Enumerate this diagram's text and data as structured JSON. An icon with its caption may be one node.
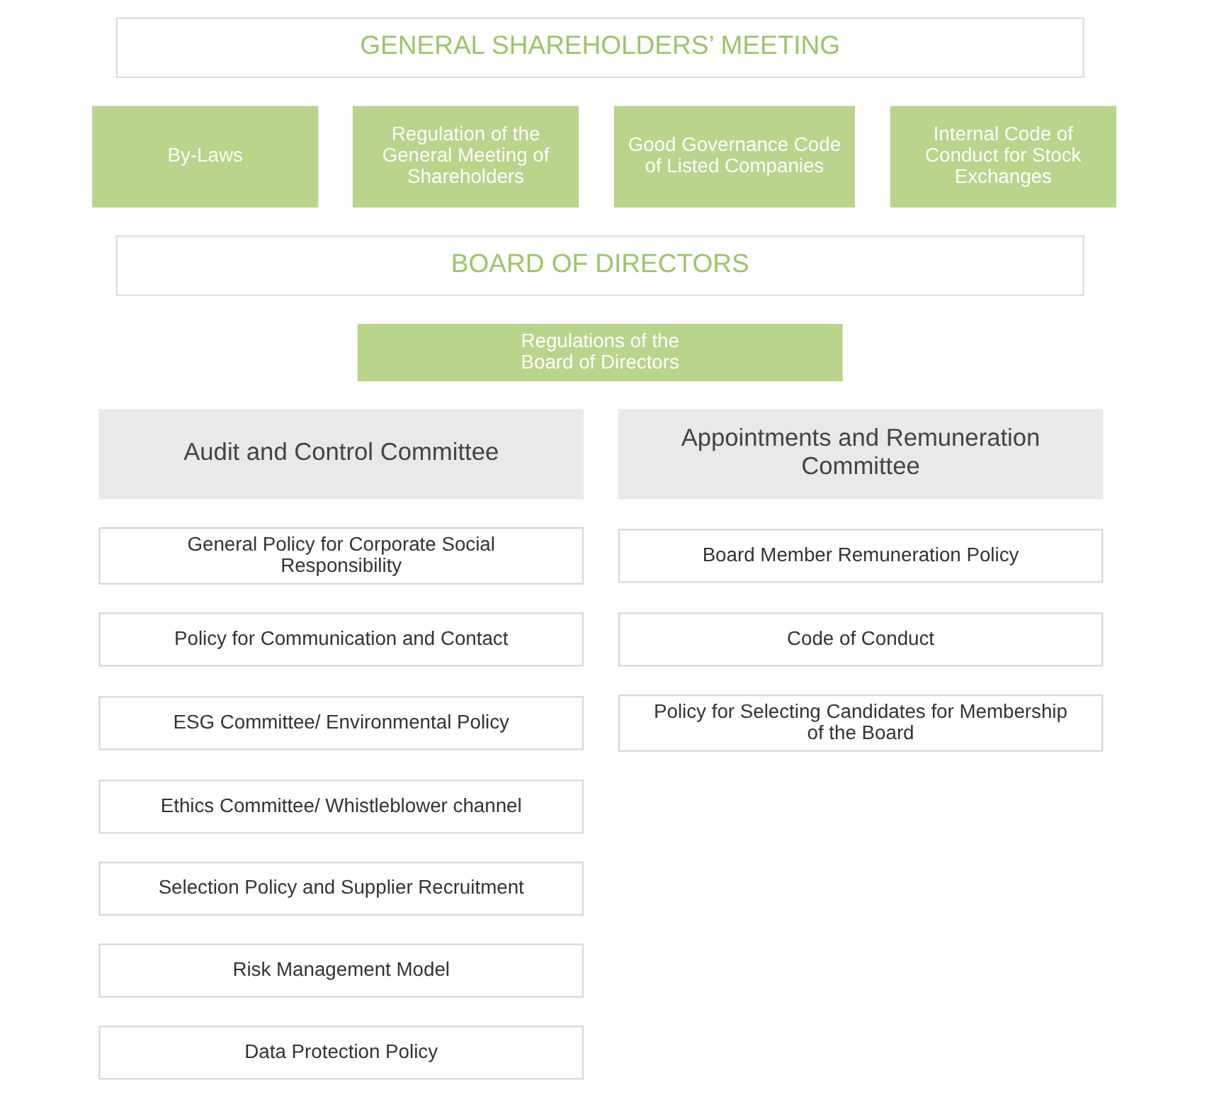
{
  "diagram": {
    "nodes": [
      {
        "text": [
          "GENERAL SHAREHOLDERS’ MEETING"
        ]
      },
      {
        "text": [
          "By-Laws"
        ]
      },
      {
        "text": [
          "Regulation of the General Meeting of Shareholders"
        ]
      },
      {
        "text": [
          "Good Governance Code of Listed Companies"
        ]
      },
      {
        "text": [
          "Internal Code of Conduct for Stock Exchanges"
        ]
      },
      {
        "text": [
          "BOARD OF DIRECTORS"
        ]
      },
      {
        "text": [
          "Regulations of the Board of Directors"
        ]
      },
      {
        "text": [
          "Audit and Control Committee"
        ]
      },
      {
        "text": [
          "Appointments and Remuneration Committee"
        ]
      },
      {
        "text": [
          "General Policy for Corporate Social Responsibility"
        ]
      },
      {
        "text": [
          "Policy for Communication and Contact"
        ]
      },
      {
        "text": [
          "ESG Committee/ Environmental Policy"
        ]
      },
      {
        "text": [
          "Ethics Committee/ Whistleblower channel"
        ]
      },
      {
        "text": [
          "Selection Policy and Supplier Recruitment"
        ]
      },
      {
        "text": [
          "Risk Management Model"
        ]
      },
      {
        "text": [
          "Data Protection Policy"
        ]
      },
      {
        "text": [
          "Board Member Remuneration Policy"
        ]
      },
      {
        "text": [
          "Code of Conduct"
        ]
      },
      {
        "text": [
          "Policy for Selecting Candidates for Membership of the Board"
        ]
      }
    ]
  }
}
